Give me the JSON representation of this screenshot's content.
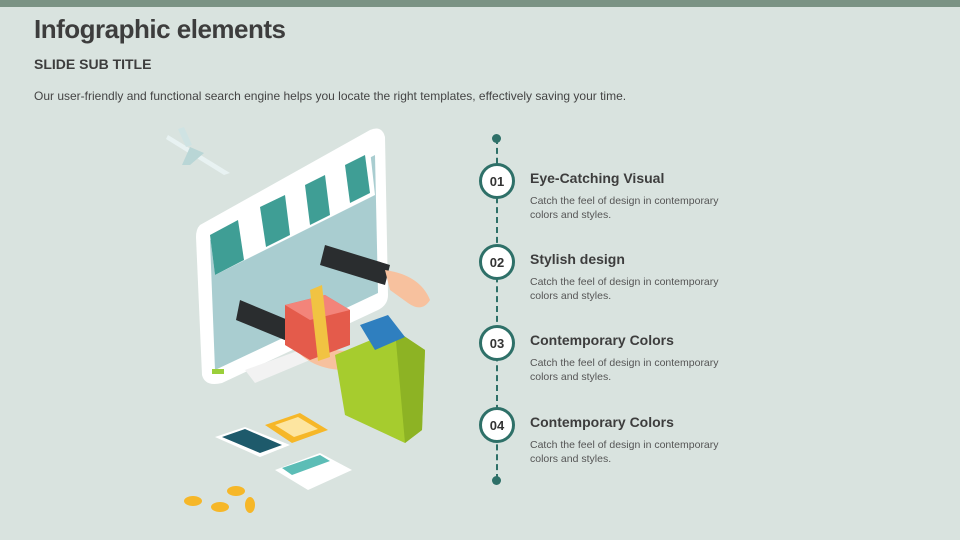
{
  "header": {
    "title": "Infographic elements",
    "subtitle": "SLIDE SUB TITLE",
    "description": "Our user-friendly and functional search engine helps you locate the right templates, effectively saving your time."
  },
  "steps": [
    {
      "number": "01",
      "title": "Eye-Catching Visual",
      "text": "Catch the feel of design in contemporary colors and styles."
    },
    {
      "number": "02",
      "title": "Stylish design",
      "text": "Catch the feel of design in contemporary colors and styles."
    },
    {
      "number": "03",
      "title": "Contemporary Colors",
      "text": "Catch the feel of design in contemporary colors and styles."
    },
    {
      "number": "04",
      "title": "Contemporary Colors",
      "text": "Catch the feel of design in contemporary colors and styles."
    }
  ],
  "colors": {
    "accent": "#2e7068",
    "topbar": "#7b9384",
    "background": "#d9e3df"
  }
}
